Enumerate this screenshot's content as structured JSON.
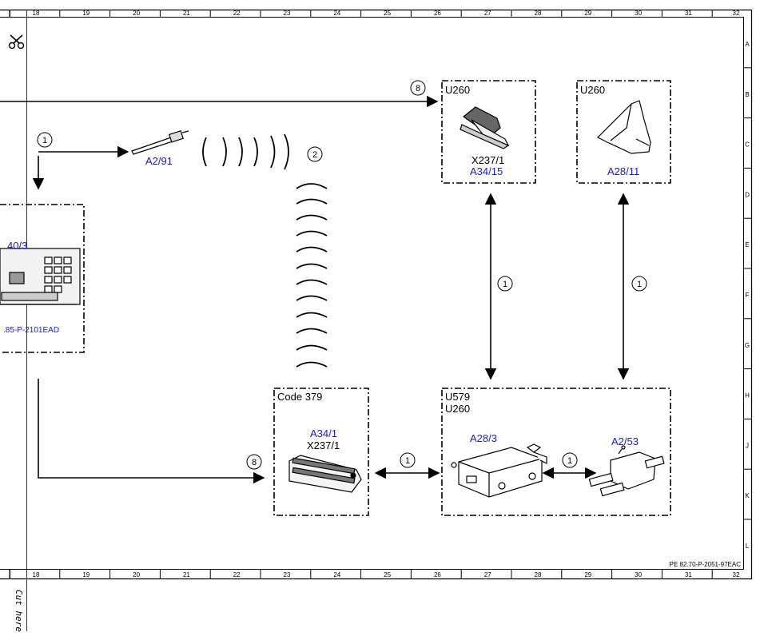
{
  "ruler": {
    "columns": [
      "18",
      "19",
      "20",
      "21",
      "22",
      "23",
      "24",
      "25",
      "26",
      "27",
      "28",
      "29",
      "30",
      "31",
      "32"
    ],
    "rows": [
      "A",
      "B",
      "C",
      "D",
      "E",
      "F",
      "G",
      "H",
      "J",
      "K",
      "L"
    ]
  },
  "icons": {
    "scissors": "scissors-icon"
  },
  "cut_label": "Cut here",
  "doc_code": "PE 82.70-P-2051-97EAC",
  "components": {
    "a2_91": "A2/91",
    "head_unit_code": "40/3",
    "head_unit_ref": ".85-P-2101EAD",
    "u260_left_title": "U260",
    "u260_left_x": "X237/1",
    "u260_left_a": "A34/15",
    "u260_right_title": "U260",
    "u260_right_a": "A28/11",
    "code379_title": "Code 379",
    "code379_a": "A34/1",
    "code379_x": "X237/1",
    "u579_title1": "U579",
    "u579_title2": "U260",
    "a28_3": "A28/3",
    "a2_53": "A2/53"
  },
  "markers": {
    "m8_top": "8",
    "m1_head": "1",
    "m2_wave": "2",
    "m1_left_vert": "1",
    "m1_right_vert": "1",
    "m8_bottom": "8",
    "m1_code_u579": "1",
    "m1_a28_a2": "1"
  }
}
